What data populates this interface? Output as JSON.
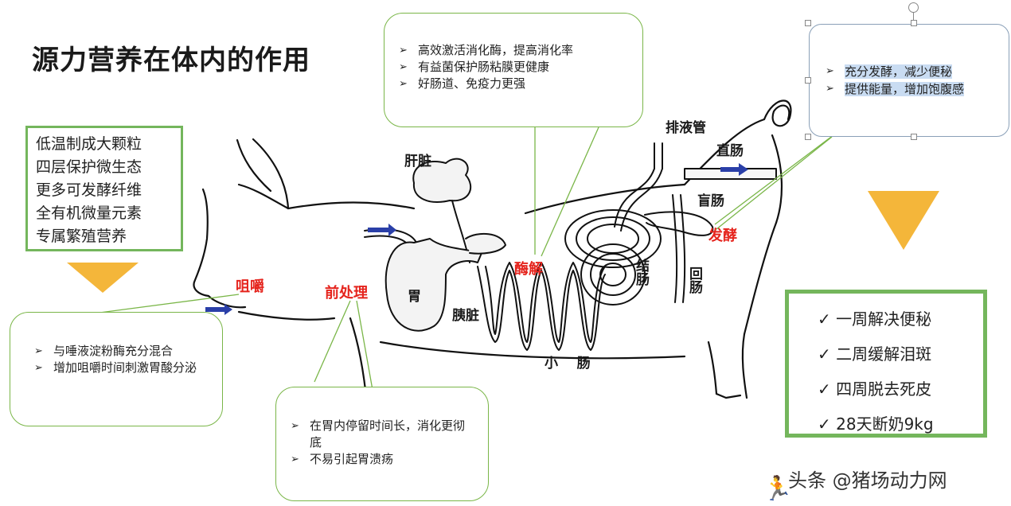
{
  "title": "源力营养在体内的作用",
  "features": [
    "低温制成大颗粒",
    "四层保护微生态",
    "更多可发酵纤维",
    "全有机微量元素",
    "专属繁殖营养"
  ],
  "results": [
    "✓ 一周解决便秘",
    "✓ 二周缓解泪斑",
    "✓ 四周脱去死皮",
    "✓ 28天断奶9kg"
  ],
  "callouts": {
    "mouth": [
      "与唾液淀粉酶充分混合",
      "增加咀嚼时间刺激胃酸分泌"
    ],
    "stomach": [
      "在胃内停留时间长，消化更彻底",
      "不易引起胃溃疡"
    ],
    "intestine": [
      "高效激活消化酶，提高消化率",
      "有益菌保护肠粘膜更健康",
      "好肠道、免疫力更强"
    ],
    "colon": [
      "充分发酵，减少便秘",
      "提供能量，增加饱腹感"
    ]
  },
  "process_labels": {
    "chew": "咀嚼",
    "pretreat": "前处理",
    "enzymolysis": "酶解",
    "ferment": "发酵"
  },
  "organ_labels": {
    "liver": "肝脏",
    "stomach": "胃",
    "pancreas": "胰脏",
    "small_intestine": "小    肠",
    "colon": "结肠",
    "ileum": "回肠",
    "cecum": "盲肠",
    "rectum": "直肠",
    "drain": "排液管"
  },
  "watermark": "头条 @猪场动力网",
  "colors": {
    "green": "#74b65c",
    "orange": "#f4b63a",
    "red": "#e5241d",
    "blue": "#2a3fa8",
    "highlight": "#c9dcf2"
  }
}
